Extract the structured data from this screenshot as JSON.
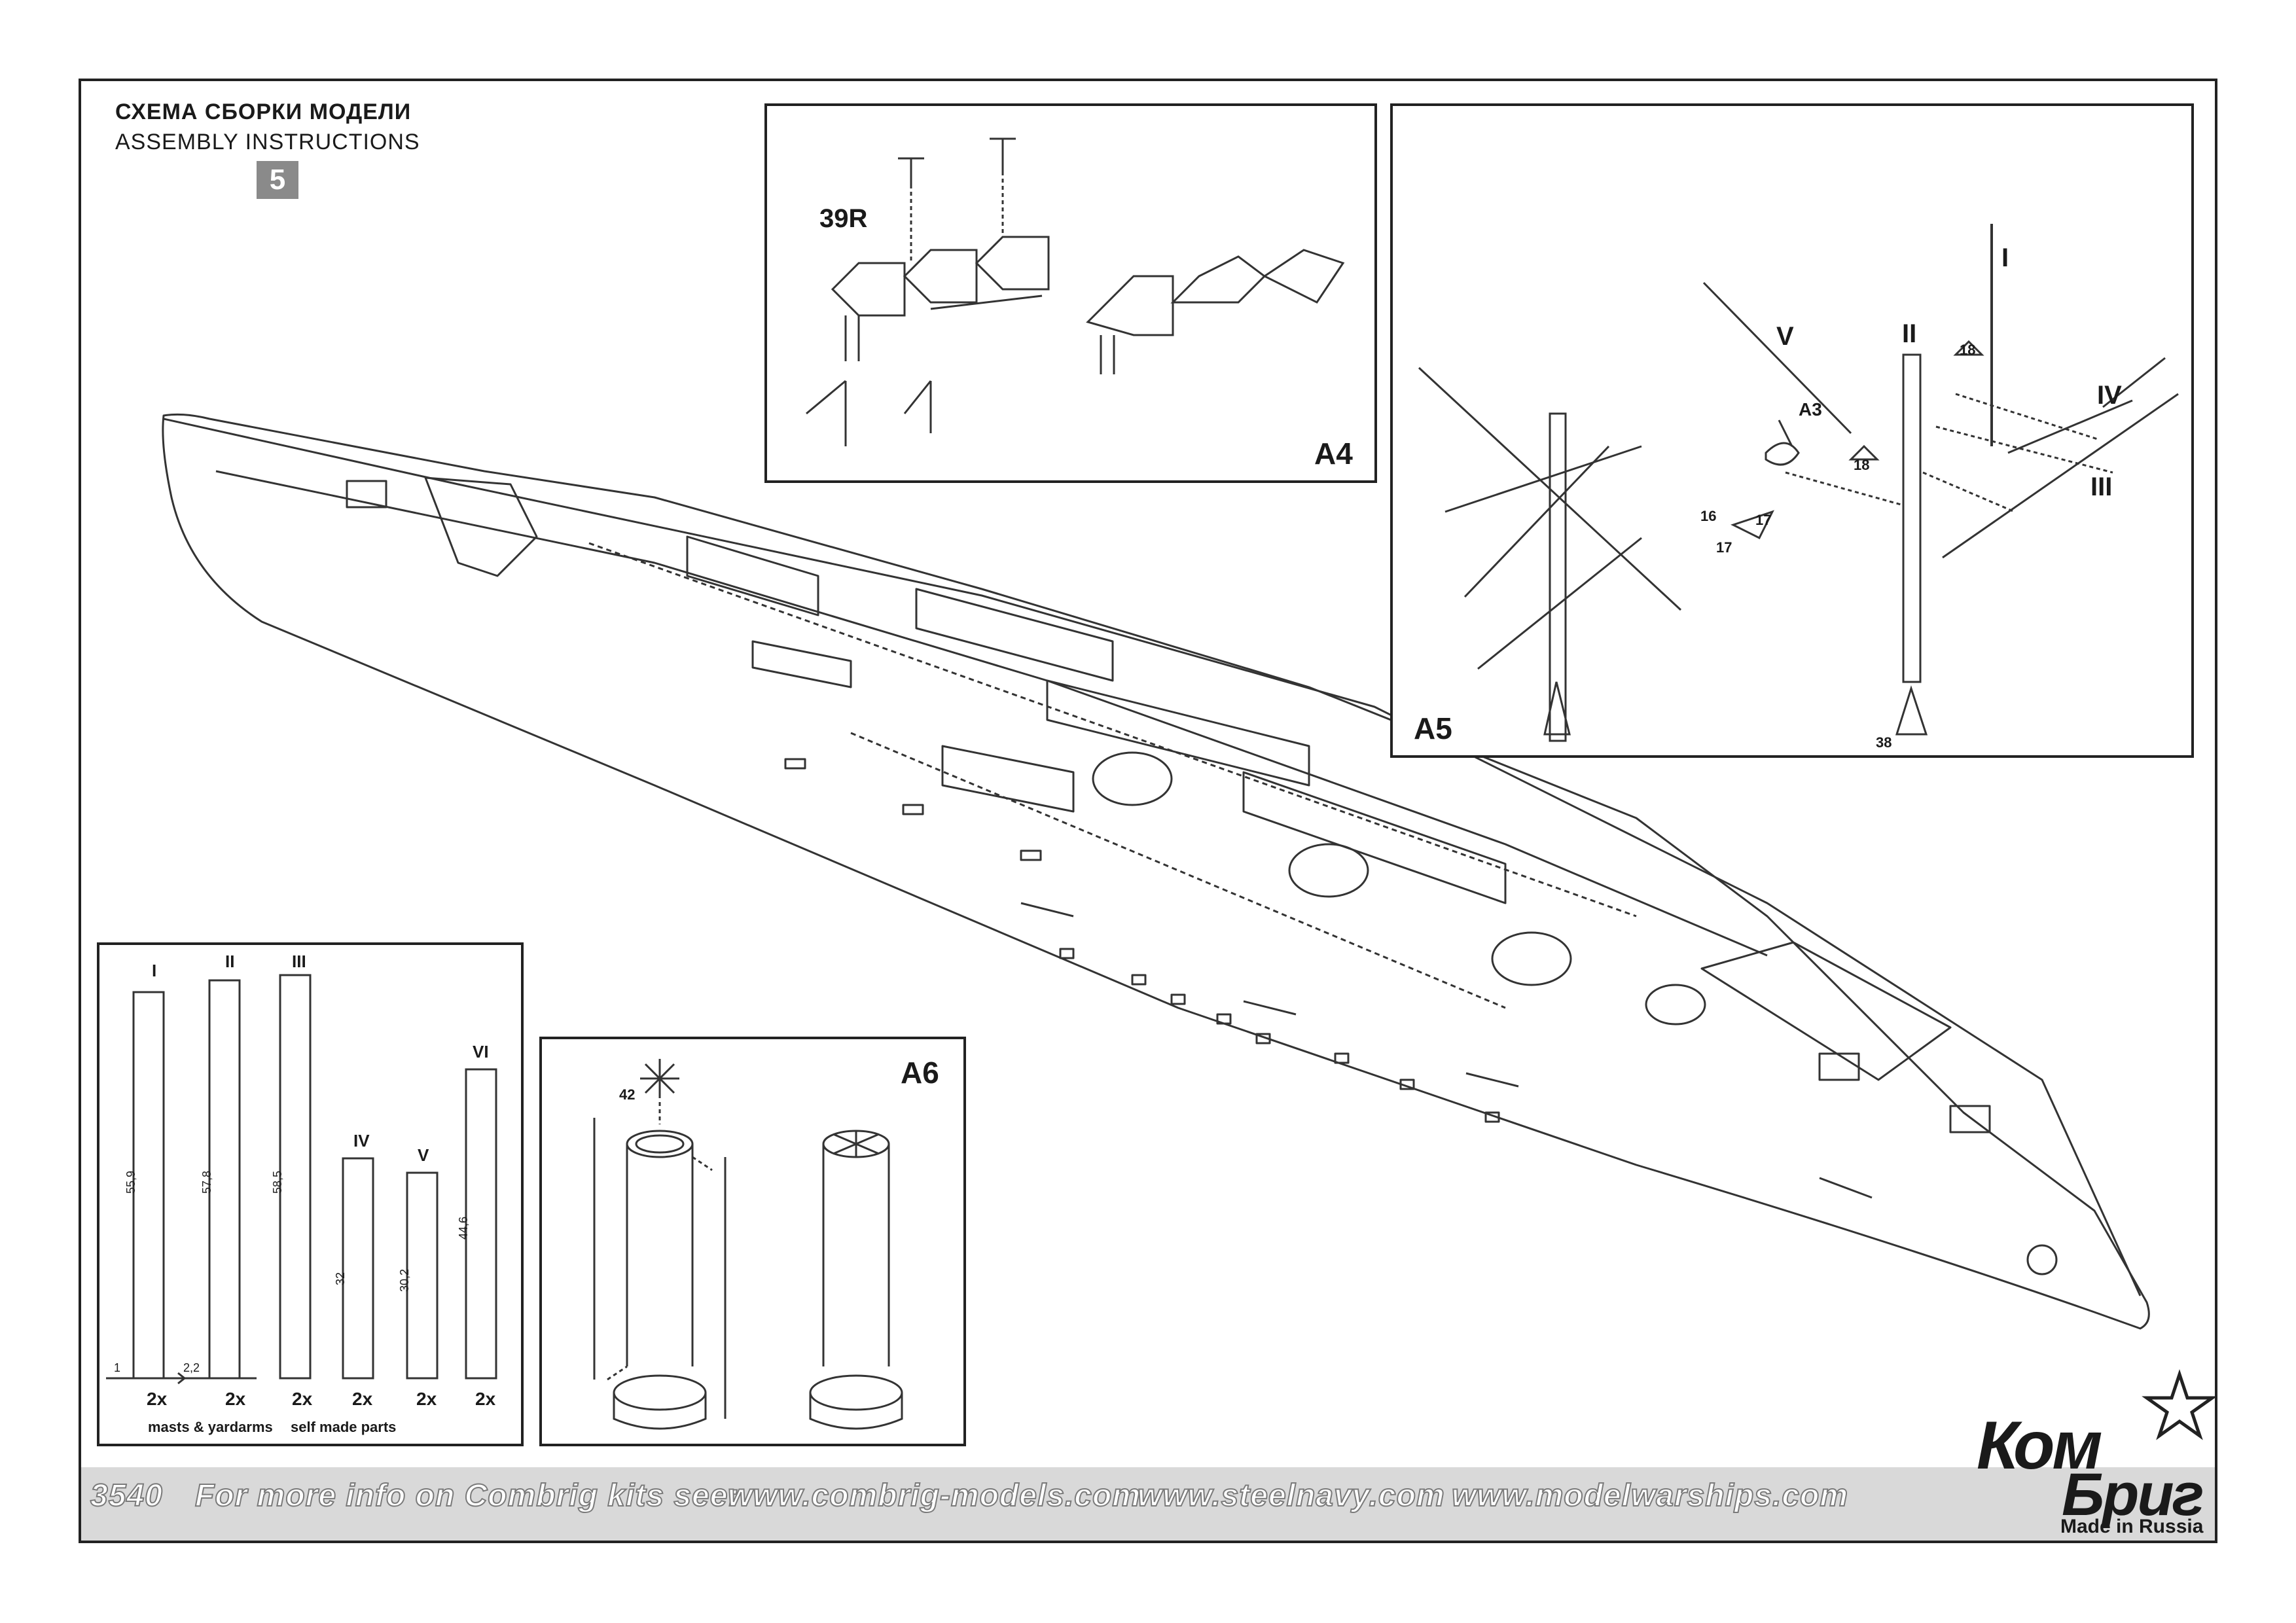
{
  "header": {
    "title_ru": "СХЕМА СБОРКИ МОДЕЛИ",
    "title_en": "ASSEMBLY INSTRUCTIONS",
    "step": "5"
  },
  "panels": {
    "a4": {
      "label": "A4",
      "part_label": "39R"
    },
    "a5": {
      "label": "A5",
      "roman_I": "I",
      "roman_II": "II",
      "roman_III": "III",
      "roman_IV": "IV",
      "roman_V": "V",
      "part_a3": "A3",
      "part_18a": "18",
      "part_18b": "18",
      "part_16": "16",
      "part_17a": "17",
      "part_17b": "17",
      "part_38": "38"
    },
    "a6": {
      "label": "A6",
      "part_42": "42"
    },
    "masts": {
      "items": [
        {
          "roman": "I",
          "length": "55,9",
          "count": "2x"
        },
        {
          "roman": "II",
          "length": "57,8",
          "count": "2x"
        },
        {
          "roman": "III",
          "length": "58,5",
          "count": "2x"
        },
        {
          "roman": "IV",
          "length": "32",
          "count": "2x"
        },
        {
          "roman": "V",
          "length": "30,2",
          "count": "2x"
        },
        {
          "roman": "VI",
          "length": "44,6",
          "count": "2x"
        }
      ],
      "dia_1": "1",
      "dia_2": "2,2",
      "legend_1": "masts & yardarms",
      "legend_2": "self made parts"
    }
  },
  "footer": {
    "code": "3540",
    "info": "For more info on Combrig kits see:",
    "url_1": "www.combrig-models.com",
    "url_2": "www.steelnavy.com",
    "url_3": "www.modelwarships.com"
  },
  "logo": {
    "line_1": "Ком",
    "line_2": "Бриг",
    "tagline": "Made in Russia"
  }
}
